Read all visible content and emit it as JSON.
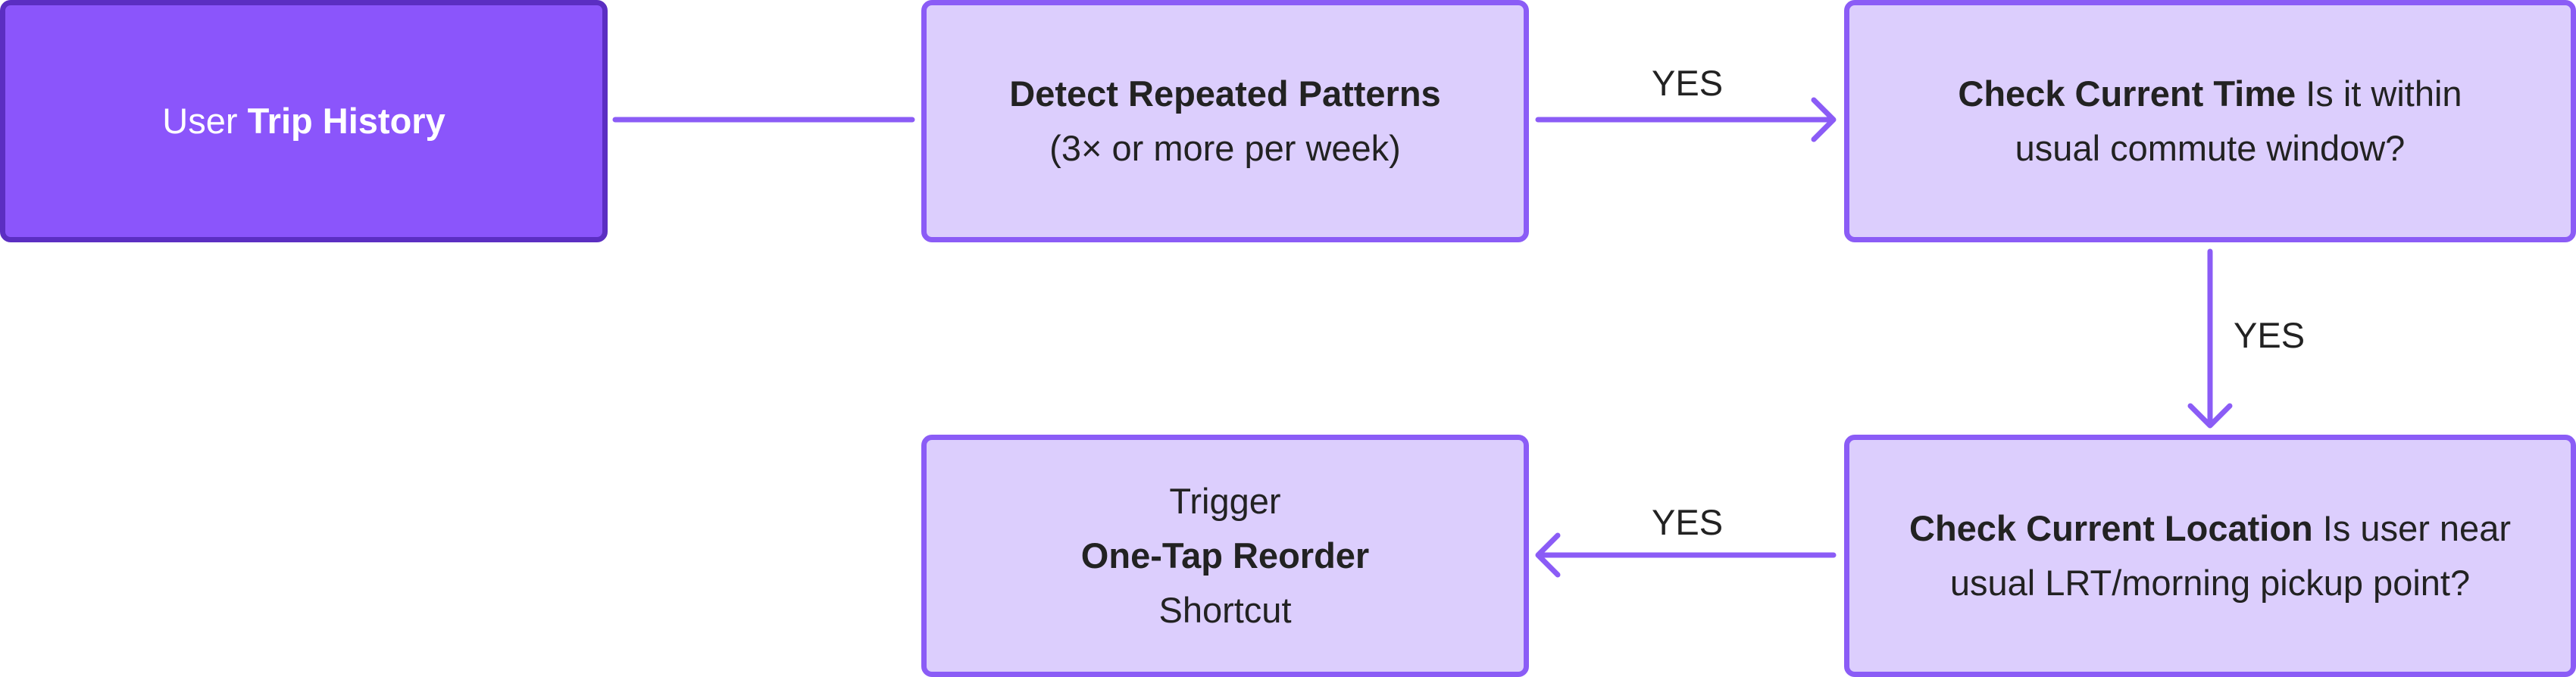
{
  "colors": {
    "accent": "#8b5cf6",
    "node_fill": "#dccefd",
    "start_fill": "#8b55fb",
    "start_border": "#5b2ec2",
    "text": "#222222"
  },
  "nodes": {
    "start": {
      "prefix": "User ",
      "bold": "Trip History"
    },
    "detect": {
      "bold": "Detect Repeated Patterns",
      "line2": "(3× or more per week)"
    },
    "time": {
      "bold": "Check Current Time",
      "rest1": " Is it within",
      "line2": "usual commute window?"
    },
    "location": {
      "bold": "Check Current Location",
      "rest1": " Is user near",
      "line2": "usual LRT/morning pickup point?"
    },
    "trigger": {
      "line1": "Trigger",
      "bold": "One-Tap Reorder",
      "line3": "Shortcut"
    }
  },
  "edges": {
    "detect_to_time": "YES",
    "time_to_location": "YES",
    "location_to_trigger": "YES"
  }
}
